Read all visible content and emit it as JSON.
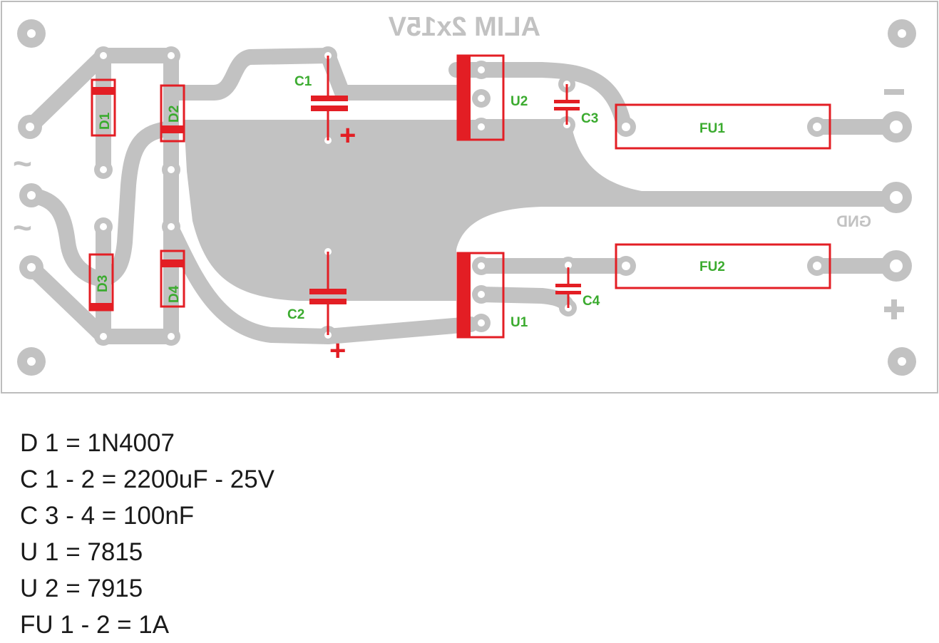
{
  "board": {
    "title": "ALIM 2x15V",
    "ac_symbol": "~",
    "minus_symbol": "−",
    "plus_symbol": "+",
    "gnd_label": "GND",
    "cap_polarity_symbol": "+"
  },
  "components": {
    "D1": "D1",
    "D2": "D2",
    "D3": "D3",
    "D4": "D4",
    "C1": "C1",
    "C2": "C2",
    "C3": "C3",
    "C4": "C4",
    "U1": "U1",
    "U2": "U2",
    "FU1": "FU1",
    "FU2": "FU2"
  },
  "legend": [
    "D 1 = 1N4007",
    "C 1 - 2 = 2200uF - 25V",
    "C 3 - 4 = 100nF",
    "U 1 = 7815",
    "U 2 = 7915",
    "FU 1 - 2 = 1A"
  ],
  "colors": {
    "copper": "#c2c2c2",
    "silkscreen": "#e31e24",
    "labels": "#3bab2f",
    "board_outline": "#bdbdbd"
  }
}
